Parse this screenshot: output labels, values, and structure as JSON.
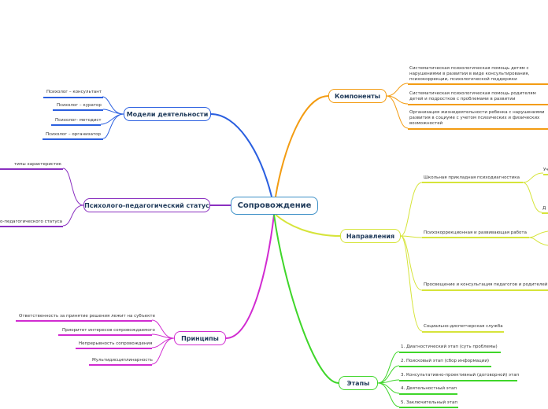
{
  "central": "Сопровождение",
  "branches": {
    "models": {
      "title": "Модели деятельности",
      "color": "#2a5fe0",
      "items": [
        "Психолог – консультант",
        "Психолог – куратор",
        "Психолог- методист",
        "Психолог – организатор"
      ]
    },
    "status": {
      "title": "Психолого-педагогический статус",
      "color": "#8a2fc0",
      "items": [
        "типы характеристик",
        "о-педагогического статуса"
      ]
    },
    "principles": {
      "title": "Принципы",
      "color": "#d12bd1",
      "items": [
        "Ответственность за принятие решения лежит на субъекте",
        "Приоритет интересов сопровождаемого",
        "Непрерывность сопровождения",
        "Мультидисциплинарность"
      ]
    },
    "components": {
      "title": "Компоненты",
      "color": "#f39c12",
      "items": [
        "Систематическая психологическая помощь детям с нарушениями в развитии в виде консультирования, психокоррекции, психологической поддержки",
        "Систематическая психологическая помощь родителям детей и подростков с проблемами в развитии",
        "Организация жизнедеятельности ребенка с нарушениями развития в социуме с учетом психических и физических возможностей"
      ]
    },
    "directions": {
      "title": "Направления",
      "color": "#d6e43a",
      "items": [
        "Школьная прикладная психодиагностика",
        "Психокоррекционная и развивающая работа",
        "Просвещение и консультация педагогов и родителей",
        "Социально-диспетчерская служба"
      ],
      "sub": [
        "Уч",
        "Д"
      ]
    },
    "stages": {
      "title": "Этапы",
      "color": "#3fd62a",
      "items": [
        "1. Диагностический этап (суть проблемы)",
        "2. Поисковый этап (сбор информации)",
        "3. Консультативно-проективный (договорной) этап",
        "4. Деятельностный этап",
        "5. Заключительный этап"
      ]
    }
  }
}
